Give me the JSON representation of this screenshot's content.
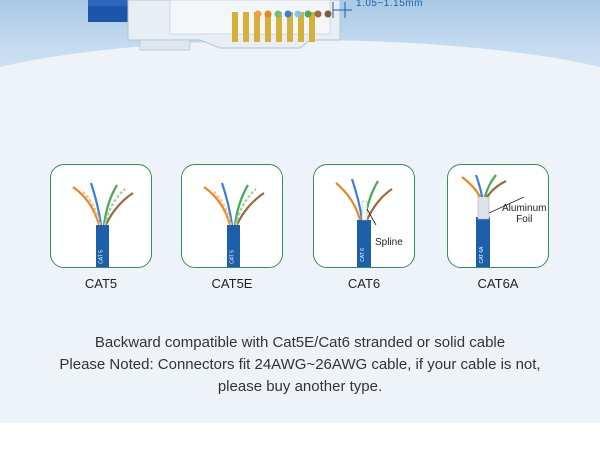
{
  "header": {
    "dimension_label": "1.05~1.15mm"
  },
  "cables": [
    {
      "name": "CAT5",
      "jacket_text": "CAT 5"
    },
    {
      "name": "CAT5E",
      "jacket_text": "CAT 5"
    },
    {
      "name": "CAT6",
      "jacket_text": "CAT 6",
      "callout": "Spline"
    },
    {
      "name": "CAT6A",
      "jacket_text": "CAT 6A",
      "callout_line1": "Aluminum",
      "callout_line2": "Foil"
    }
  ],
  "description": {
    "line1": "Backward compatible with Cat5E/Cat6 stranded or solid cable",
    "line2": "Please Noted: Connectors fit 24AWG~26AWG cable, if your cable is not,",
    "line3": "please buy another type."
  },
  "colors": {
    "card_border": "#2f8f5a",
    "jacket": "#1d5fa8",
    "panel": "#eef3f9"
  }
}
